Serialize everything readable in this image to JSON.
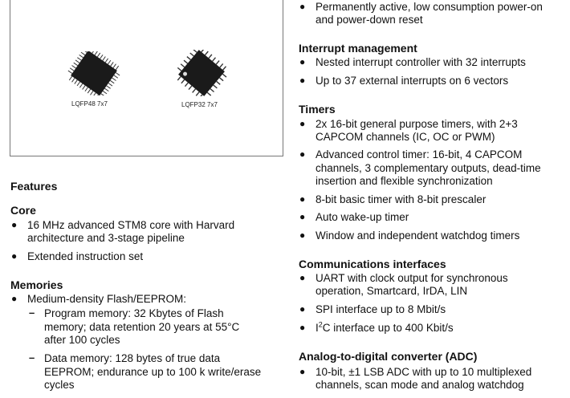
{
  "packages": {
    "chip1_label": "LQFP48 7x7",
    "chip2_label": "LQFP32 7x7"
  },
  "features_title": "Features",
  "core": {
    "title": "Core",
    "items": [
      [
        "16 MHz advanced STM8 core with Harvard",
        "architecture and 3-stage pipeline"
      ],
      [
        "Extended instruction set"
      ]
    ]
  },
  "memories": {
    "title": "Memories",
    "item0": "Medium-density Flash/EEPROM:",
    "sub": [
      [
        "Program memory: 32 Kbytes of Flash",
        "memory; data retention 20 years at 55°C",
        "after 100 cycles"
      ],
      [
        "Data memory: 128 bytes of true data",
        "EEPROM; endurance up to 100 k write/erase",
        "cycles"
      ]
    ]
  },
  "top_right": [
    "Permanently active, low consumption power-on",
    "and power-down reset"
  ],
  "interrupt": {
    "title": "Interrupt management",
    "items": [
      "Nested interrupt controller with 32 interrupts",
      "Up to 37 external interrupts on 6 vectors"
    ]
  },
  "timers": {
    "title": "Timers",
    "items": [
      [
        "2x 16-bit general purpose timers, with 2+3",
        "CAPCOM channels (IC, OC or PWM)"
      ],
      [
        "Advanced control timer: 16-bit, 4 CAPCOM",
        "channels, 3 complementary outputs, dead-time",
        "insertion and flexible synchronization"
      ],
      [
        "8-bit basic timer with 8-bit prescaler"
      ],
      [
        "Auto wake-up timer"
      ],
      [
        "Window and independent watchdog timers"
      ]
    ]
  },
  "comms": {
    "title": "Communications interfaces",
    "uart": [
      "UART with clock output for synchronous",
      "operation, Smartcard, IrDA, LIN"
    ],
    "spi": "SPI interface up to 8 Mbit/s",
    "i2c_prefix": "I",
    "i2c_sup": "2",
    "i2c_rest": "C interface up to 400 Kbit/s"
  },
  "adc": {
    "title": "Analog-to-digital converter (ADC)",
    "items": [
      [
        "10-bit, ±1 LSB ADC with up to 10 multiplexed",
        "channels, scan mode and analog watchdog"
      ]
    ]
  },
  "symbols": {
    "bullet": "●",
    "dash": "–"
  }
}
